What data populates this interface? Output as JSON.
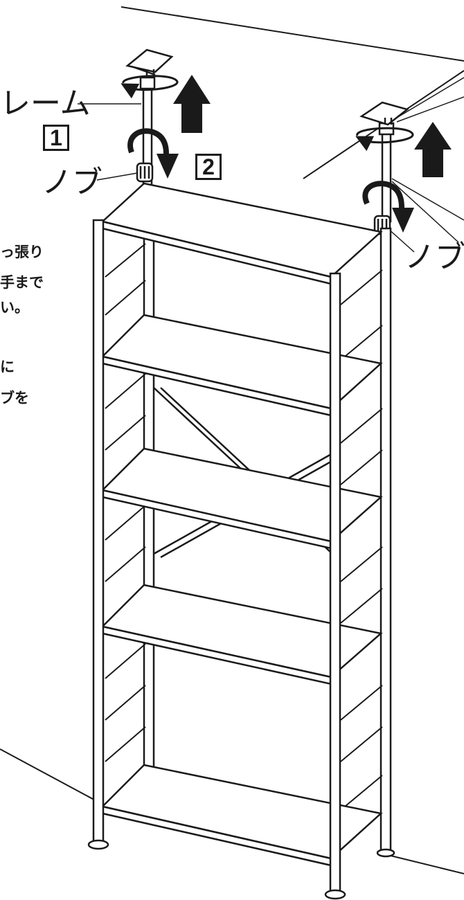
{
  "labels": {
    "frame_partial": "レーム",
    "knob_left": "ノブ",
    "knob_right": "ノブ",
    "step1": "1",
    "step2": "2"
  },
  "instructions": {
    "line1": "っ張り",
    "line2": "手まで",
    "line3": "い。",
    "line4": "に",
    "line5": "ブを"
  },
  "colors": {
    "ink": "#1a1a1a",
    "panel": "#ffffff"
  },
  "icons": [
    "rotate-arrow-icon",
    "up-arrow-icon",
    "down-arrow-icon"
  ]
}
